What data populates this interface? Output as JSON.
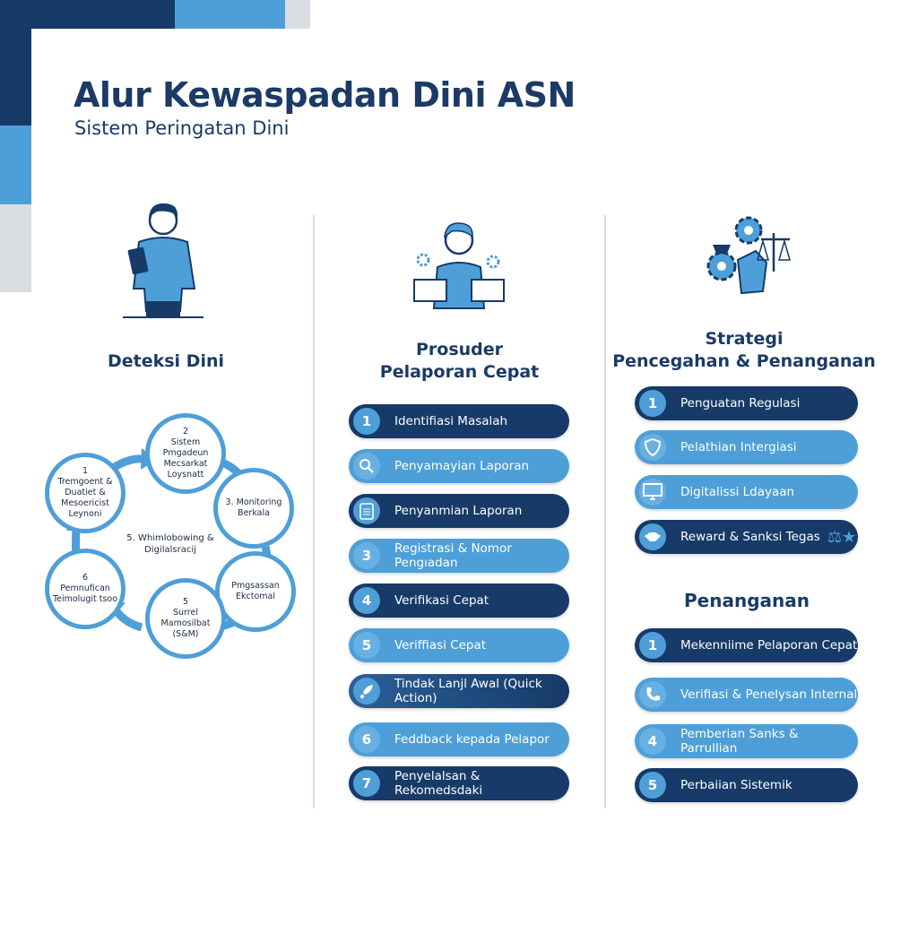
{
  "header": {
    "title": "Alur Kewaspadan Dini ASN",
    "subtitle": "Sistem Peringatan Dini"
  },
  "colors": {
    "navy": "#173a68",
    "light": "#4e9fd8",
    "gray": "#d9dde2"
  },
  "col1": {
    "title": "Deteksi Dini",
    "center": "5. Whimlobowing & Digilalsracij",
    "cycle": [
      {
        "num": "1",
        "label": "Tremgoent & Duatiet & Mesoericist Leynoni"
      },
      {
        "num": "2",
        "label": "Sistem Pmgadeun Mecsarkat Loysnatt"
      },
      {
        "num": "",
        "label": "3. Monitoring Berkala"
      },
      {
        "num": "",
        "label": "Pmgsassan Ekctomal"
      },
      {
        "num": "5",
        "label": "Surrel Mamosilbat (S&M)"
      },
      {
        "num": "6",
        "label": "Pemnufican Teimolugit tsoo"
      }
    ]
  },
  "col2": {
    "title_line1": "Prosuder",
    "title_line2": "Pelaporan Cepat",
    "items": [
      {
        "badge": "1",
        "label": "Identifiasi Masalah",
        "style": "dark"
      },
      {
        "icon": "search-icon",
        "label": "Penyamayian Laporan",
        "style": "light"
      },
      {
        "icon": "clipboard-icon",
        "label": "Penyanmian Laporan",
        "style": "dark"
      },
      {
        "badge": "3",
        "label": "Registrasi & Nomor Pengıadan",
        "style": "light"
      },
      {
        "badge": "4",
        "label": "Verifikasi Cepat",
        "style": "dark"
      },
      {
        "badge": "5",
        "label": "Veriffiasi Cepat",
        "style": "light"
      },
      {
        "icon": "rocket-icon",
        "label": "Tindak Lanjl Awal (Quick Action)",
        "style": "mid"
      },
      {
        "badge": "6",
        "label": "Feddback kepada Pelapor",
        "style": "light"
      },
      {
        "badge": "7",
        "label": "Penyelalsan & Rekomedsdaki",
        "style": "dark"
      }
    ]
  },
  "col3": {
    "title_line1": "Strategi",
    "title_line2": "Pencegahan & Penanganan",
    "items": [
      {
        "badge": "1",
        "label": "Penguatan Regulasi",
        "style": "dark"
      },
      {
        "icon": "shield-icon",
        "label": "Pelathian Intergiasi",
        "style": "light"
      },
      {
        "icon": "monitor-icon",
        "label": "Digitalissi Ldayaan",
        "style": "light"
      },
      {
        "icon": "handshake-icon",
        "label": "Reward & Sanksi Tegas",
        "style": "dark"
      }
    ],
    "subtitle": "Penanganan",
    "items2": [
      {
        "badge": "1",
        "label": "Mekenniime Pelaporan Cepat",
        "style": "dark"
      },
      {
        "icon": "phone-icon",
        "label": "Verifiasi & Penelysan Internal",
        "style": "light"
      },
      {
        "badge": "4",
        "label": "Pemberian Sanks & Parrullian",
        "style": "light"
      },
      {
        "badge": "5",
        "label": "Perbaiian Sistemik",
        "style": "dark"
      }
    ]
  }
}
